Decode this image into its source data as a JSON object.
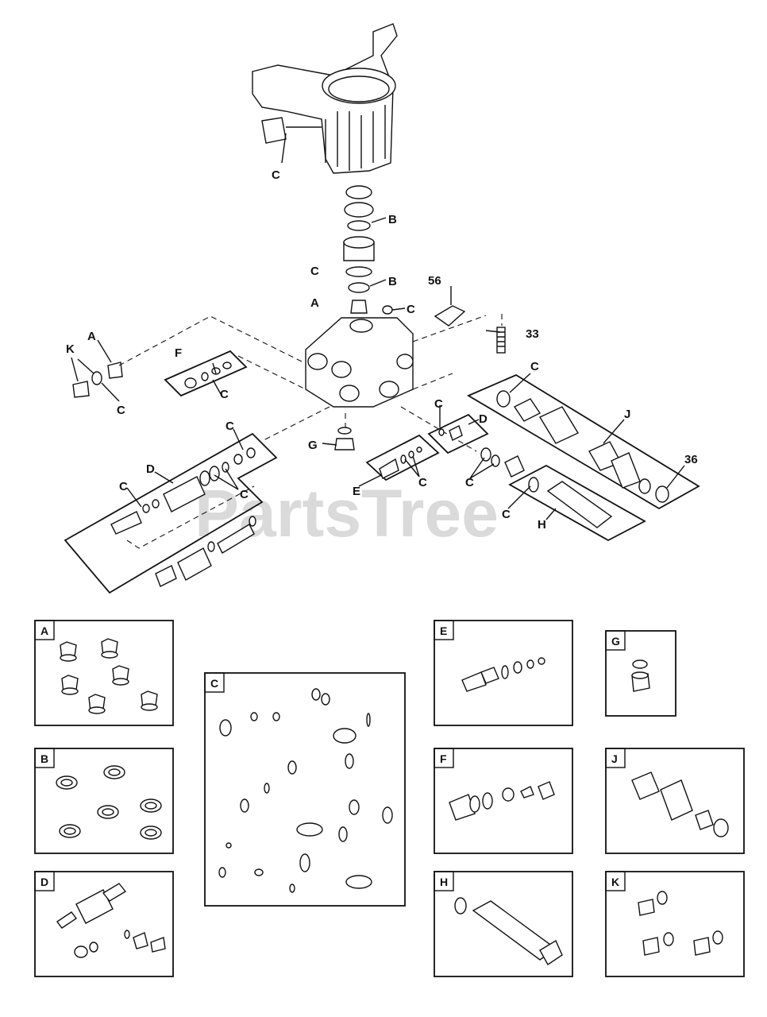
{
  "watermark": "PartsTree",
  "callouts": {
    "c_top": "C",
    "b1": "B",
    "c_left": "C",
    "b2": "B",
    "a_mid": "A",
    "c_cap": "C",
    "n56": "56",
    "n33": "33",
    "k": "K",
    "a_left": "A",
    "c_k": "C",
    "f": "F",
    "c_f": "C",
    "c_j": "C",
    "j": "J",
    "n36": "36",
    "c_d": "C",
    "d_right": "D",
    "c_dl": "C",
    "d_left": "D",
    "c_dl2": "C",
    "c_dl3": "C",
    "g": "G",
    "e": "E",
    "c_e": "C",
    "c_h1": "C",
    "c_h2": "C",
    "h": "H"
  },
  "kits": [
    {
      "id": "A",
      "label": "A"
    },
    {
      "id": "B",
      "label": "B"
    },
    {
      "id": "C",
      "label": "C"
    },
    {
      "id": "D",
      "label": "D"
    },
    {
      "id": "E",
      "label": "E"
    },
    {
      "id": "F",
      "label": "F"
    },
    {
      "id": "G",
      "label": "G"
    },
    {
      "id": "H",
      "label": "H"
    },
    {
      "id": "J",
      "label": "J"
    },
    {
      "id": "K",
      "label": "K"
    }
  ]
}
